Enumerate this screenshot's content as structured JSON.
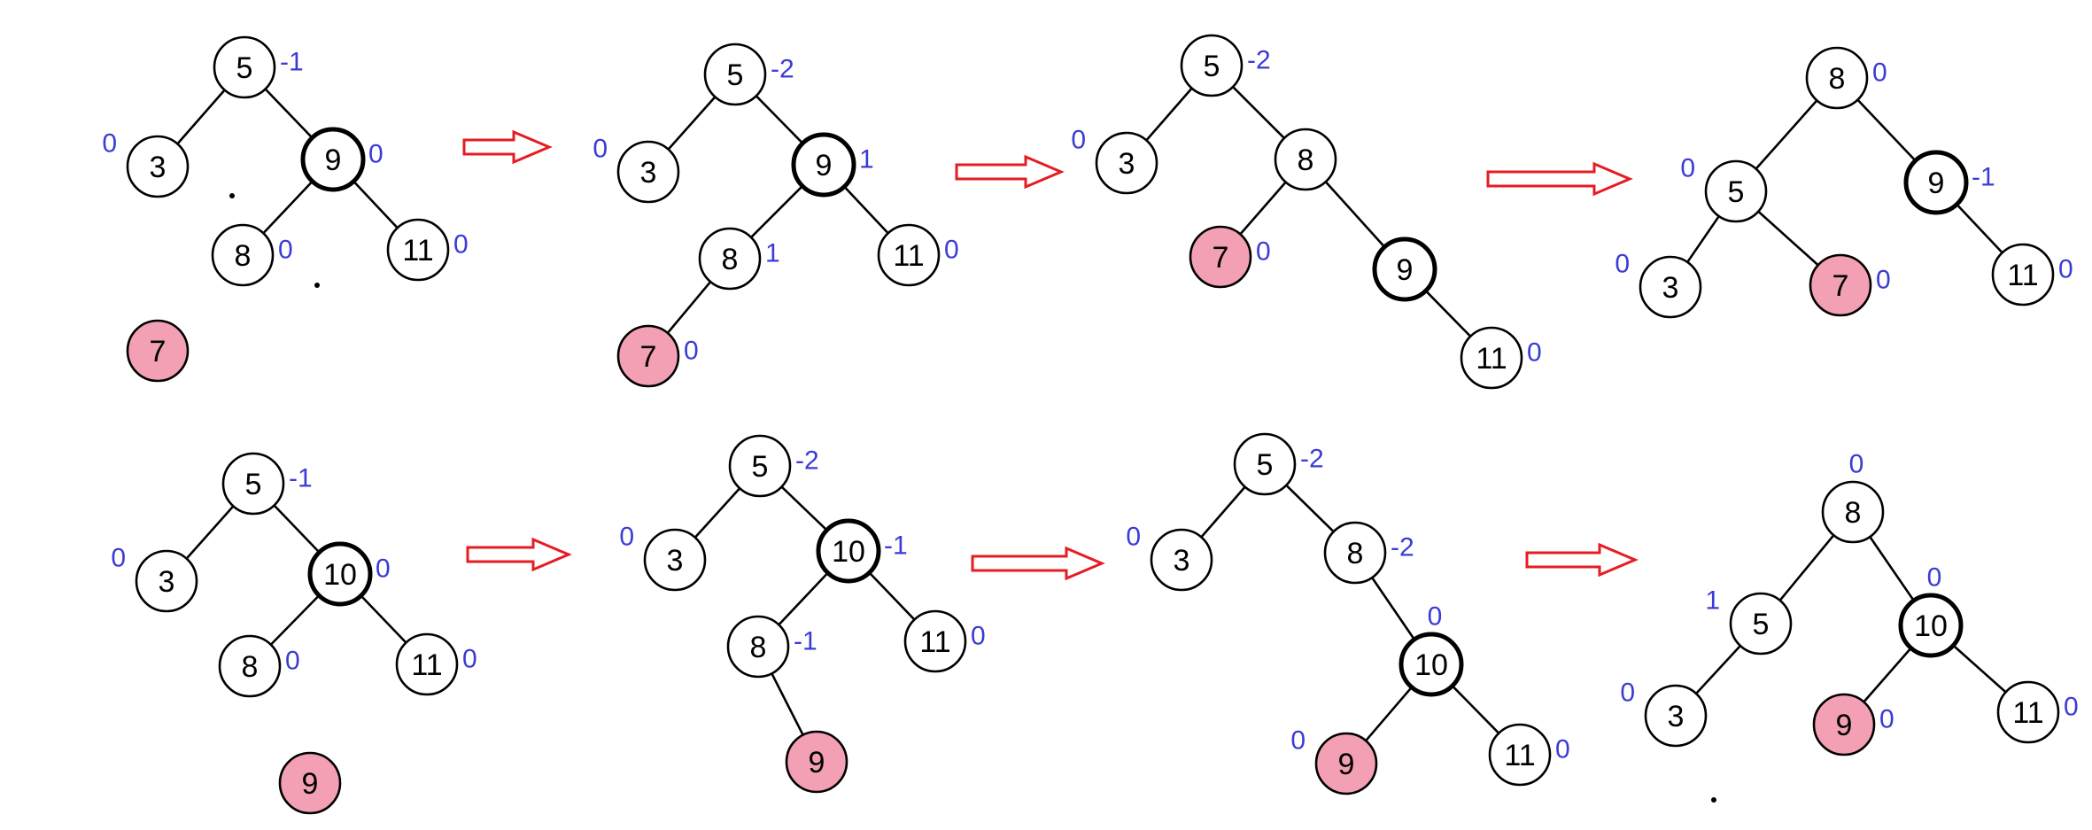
{
  "rows": [
    {
      "steps": [
        {
          "nodes": [
            {
              "id": "n5",
              "label": "5",
              "balance": "-1"
            },
            {
              "id": "n3",
              "label": "3",
              "balance": "0"
            },
            {
              "id": "n9",
              "label": "9",
              "balance": "0",
              "bold": true
            },
            {
              "id": "n8",
              "label": "8",
              "balance": "0"
            },
            {
              "id": "n11",
              "label": "11",
              "balance": "0"
            },
            {
              "id": "n7",
              "label": "7",
              "highlight": true
            }
          ],
          "edges": [
            [
              "n5",
              "n3"
            ],
            [
              "n5",
              "n9"
            ],
            [
              "n9",
              "n8"
            ],
            [
              "n9",
              "n11"
            ]
          ]
        },
        {
          "nodes": [
            {
              "id": "n5",
              "label": "5",
              "balance": "-2"
            },
            {
              "id": "n3",
              "label": "3",
              "balance": "0"
            },
            {
              "id": "n9",
              "label": "9",
              "balance": "1",
              "bold": true
            },
            {
              "id": "n8",
              "label": "8",
              "balance": "1"
            },
            {
              "id": "n11",
              "label": "11",
              "balance": "0"
            },
            {
              "id": "n7",
              "label": "7",
              "balance": "0",
              "highlight": true
            }
          ],
          "edges": [
            [
              "n5",
              "n3"
            ],
            [
              "n5",
              "n9"
            ],
            [
              "n9",
              "n8"
            ],
            [
              "n9",
              "n11"
            ],
            [
              "n8",
              "n7"
            ]
          ]
        },
        {
          "nodes": [
            {
              "id": "n5",
              "label": "5",
              "balance": "-2"
            },
            {
              "id": "n3",
              "label": "3",
              "balance": "0"
            },
            {
              "id": "n8",
              "label": "8"
            },
            {
              "id": "n7",
              "label": "7",
              "balance": "0",
              "highlight": true
            },
            {
              "id": "n9",
              "label": "9",
              "bold": true
            },
            {
              "id": "n11",
              "label": "11",
              "balance": "0"
            }
          ],
          "edges": [
            [
              "n5",
              "n3"
            ],
            [
              "n5",
              "n8"
            ],
            [
              "n8",
              "n7"
            ],
            [
              "n8",
              "n9"
            ],
            [
              "n9",
              "n11"
            ]
          ]
        },
        {
          "nodes": [
            {
              "id": "n8",
              "label": "8",
              "balance": "0"
            },
            {
              "id": "n5",
              "label": "5",
              "balance": "0"
            },
            {
              "id": "n9",
              "label": "9",
              "balance": "-1",
              "bold": true
            },
            {
              "id": "n3",
              "label": "3",
              "balance": "0"
            },
            {
              "id": "n7",
              "label": "7",
              "balance": "0",
              "highlight": true
            },
            {
              "id": "n11",
              "label": "11",
              "balance": "0"
            }
          ],
          "edges": [
            [
              "n8",
              "n5"
            ],
            [
              "n8",
              "n9"
            ],
            [
              "n5",
              "n3"
            ],
            [
              "n5",
              "n7"
            ],
            [
              "n9",
              "n11"
            ]
          ]
        }
      ]
    },
    {
      "steps": [
        {
          "nodes": [
            {
              "id": "n5",
              "label": "5",
              "balance": "-1"
            },
            {
              "id": "n3",
              "label": "3",
              "balance": "0"
            },
            {
              "id": "n10",
              "label": "10",
              "balance": "0",
              "bold": true
            },
            {
              "id": "n8",
              "label": "8",
              "balance": "0"
            },
            {
              "id": "n11",
              "label": "11",
              "balance": "0"
            },
            {
              "id": "n9",
              "label": "9",
              "highlight": true
            }
          ],
          "edges": [
            [
              "n5",
              "n3"
            ],
            [
              "n5",
              "n10"
            ],
            [
              "n10",
              "n8"
            ],
            [
              "n10",
              "n11"
            ]
          ]
        },
        {
          "nodes": [
            {
              "id": "n5",
              "label": "5",
              "balance": "-2"
            },
            {
              "id": "n3",
              "label": "3",
              "balance": "0"
            },
            {
              "id": "n10",
              "label": "10",
              "balance": "-1",
              "bold": true
            },
            {
              "id": "n8",
              "label": "8",
              "balance": "-1"
            },
            {
              "id": "n11",
              "label": "11",
              "balance": "0"
            },
            {
              "id": "n9",
              "label": "9",
              "highlight": true
            }
          ],
          "edges": [
            [
              "n5",
              "n3"
            ],
            [
              "n5",
              "n10"
            ],
            [
              "n10",
              "n8"
            ],
            [
              "n10",
              "n11"
            ],
            [
              "n8",
              "n9"
            ]
          ]
        },
        {
          "nodes": [
            {
              "id": "n5",
              "label": "5",
              "balance": "-2"
            },
            {
              "id": "n3",
              "label": "3",
              "balance": "0"
            },
            {
              "id": "n8",
              "label": "8",
              "balance": "-2"
            },
            {
              "id": "n10",
              "label": "10",
              "balance": "0",
              "bold": true
            },
            {
              "id": "n9",
              "label": "9",
              "balance": "0",
              "highlight": true
            },
            {
              "id": "n11",
              "label": "11",
              "balance": "0"
            }
          ],
          "edges": [
            [
              "n5",
              "n3"
            ],
            [
              "n5",
              "n8"
            ],
            [
              "n8",
              "n10"
            ],
            [
              "n10",
              "n9"
            ],
            [
              "n10",
              "n11"
            ]
          ]
        },
        {
          "nodes": [
            {
              "id": "n8",
              "label": "8",
              "balance": "0"
            },
            {
              "id": "n5",
              "label": "5",
              "balance": "1"
            },
            {
              "id": "n10",
              "label": "10",
              "balance": "0",
              "bold": true
            },
            {
              "id": "n3",
              "label": "3",
              "balance": "0"
            },
            {
              "id": "n9",
              "label": "9",
              "balance": "0",
              "highlight": true
            },
            {
              "id": "n11",
              "label": "11",
              "balance": "0"
            }
          ],
          "edges": [
            [
              "n8",
              "n5"
            ],
            [
              "n8",
              "n10"
            ],
            [
              "n5",
              "n3"
            ],
            [
              "n10",
              "n9"
            ],
            [
              "n10",
              "n11"
            ]
          ]
        }
      ]
    }
  ],
  "colors": {
    "highlight_fill": "#f4a0b4",
    "balance_text": "#3b3bd6",
    "arrow_stroke": "#e51c23"
  }
}
